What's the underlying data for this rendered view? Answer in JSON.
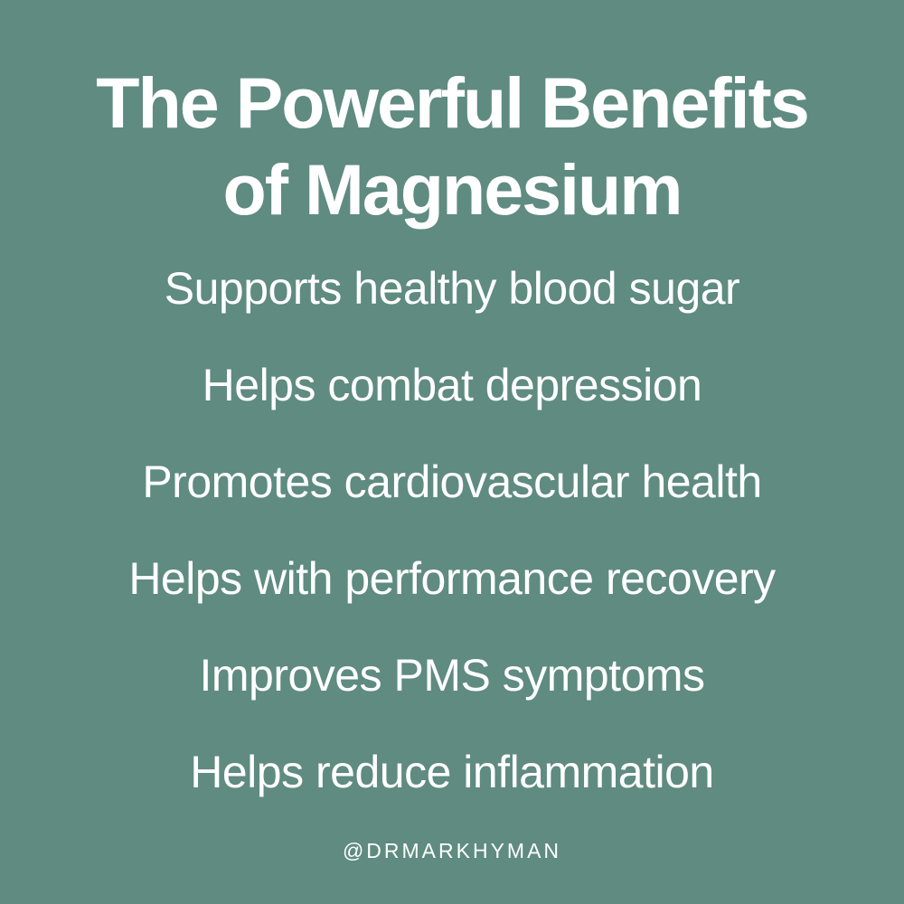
{
  "title": {
    "line1": "The Powerful Benefits",
    "line2": "of Magnesium"
  },
  "benefits": [
    "Supports healthy blood sugar",
    "Helps combat depression",
    "Promotes cardiovascular health",
    "Helps with performance recovery",
    "Improves PMS symptoms",
    "Helps reduce inflammation"
  ],
  "handle": "@DRMARKHYMAN",
  "colors": {
    "background": "#5f8b81",
    "text": "#ffffff"
  }
}
